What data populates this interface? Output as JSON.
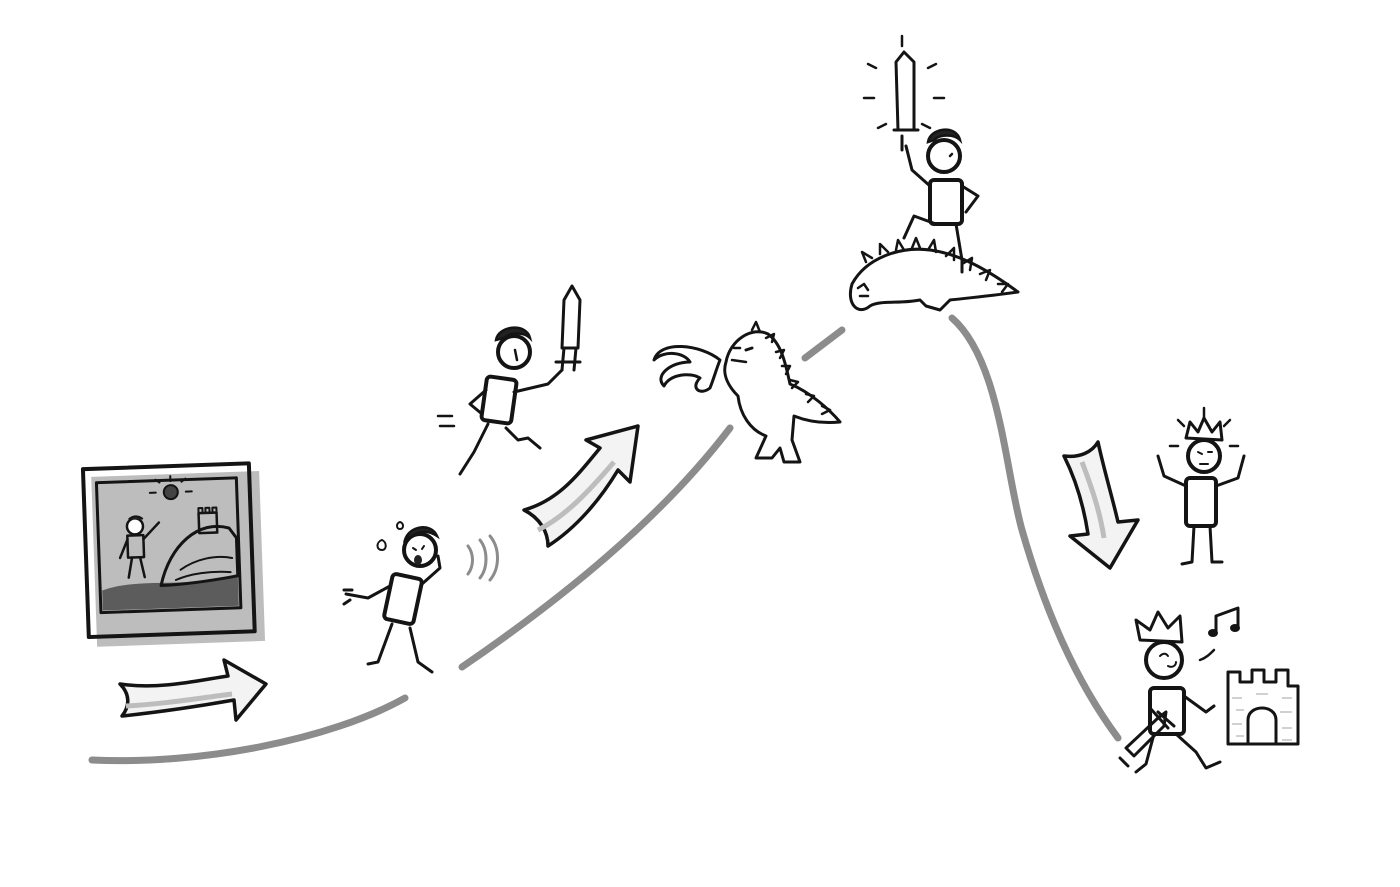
{
  "figure": {
    "kind": "story-arc-illustration",
    "palette": {
      "ink": "#141414",
      "curve": "#8c8c8c",
      "shirt": "#6b6b6b",
      "dragon": "#7a7a7a",
      "arrow": "#f3f3f3",
      "background": "#ffffff"
    },
    "stages": [
      {
        "id": "setup",
        "icon": "picture-frame-icon"
      },
      {
        "id": "inciting-incident",
        "icon": "scared-hero-icon"
      },
      {
        "id": "rising-action",
        "icon": "charging-hero-icon"
      },
      {
        "id": "confrontation",
        "icon": "fire-dragon-icon"
      },
      {
        "id": "climax",
        "icon": "victorious-hero-icon"
      },
      {
        "id": "falling-action",
        "icon": "crowned-hero-icon"
      },
      {
        "id": "resolution",
        "icon": "king-and-castle-icon"
      }
    ],
    "arrows": [
      {
        "id": "right",
        "icon": "arrow-right-icon"
      },
      {
        "id": "up",
        "icon": "arrow-up-right-icon"
      },
      {
        "id": "down",
        "icon": "arrow-down-icon"
      }
    ]
  }
}
